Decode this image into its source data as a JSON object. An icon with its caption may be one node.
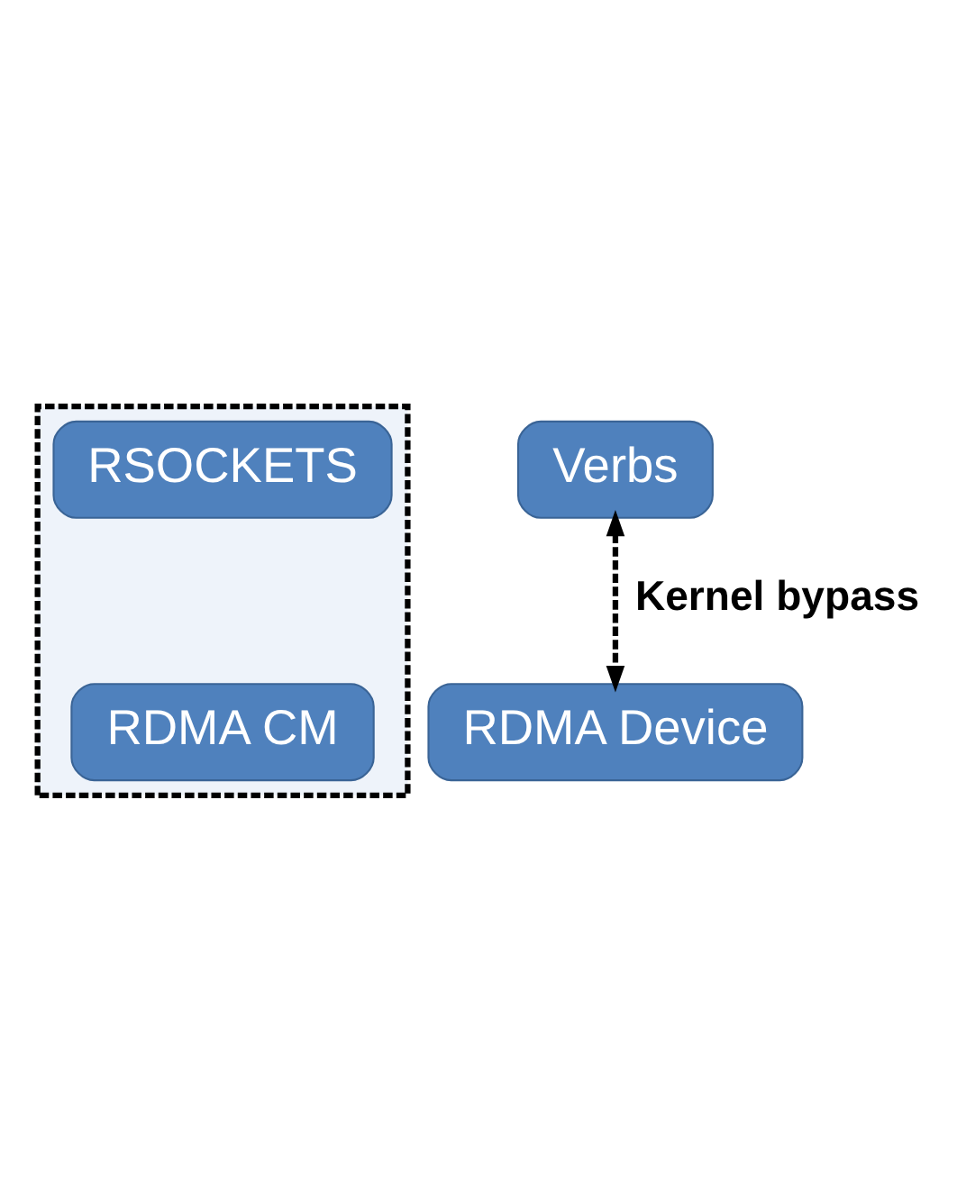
{
  "diagram": {
    "nodes": [
      {
        "text": [],
        "shape": "box"
      },
      {
        "text": [
          "RSOCKETS"
        ],
        "in": 0
      },
      {
        "text": [
          "RDMA CM"
        ],
        "in": 0
      },
      {
        "text": [
          "Verbs"
        ]
      },
      {
        "text": [
          "RDMA Device"
        ]
      }
    ],
    "edges": [
      {
        "from": 3,
        "to": 4,
        "arrow": "both",
        "style": "dashed",
        "label": "Kernel bypass"
      }
    ]
  }
}
